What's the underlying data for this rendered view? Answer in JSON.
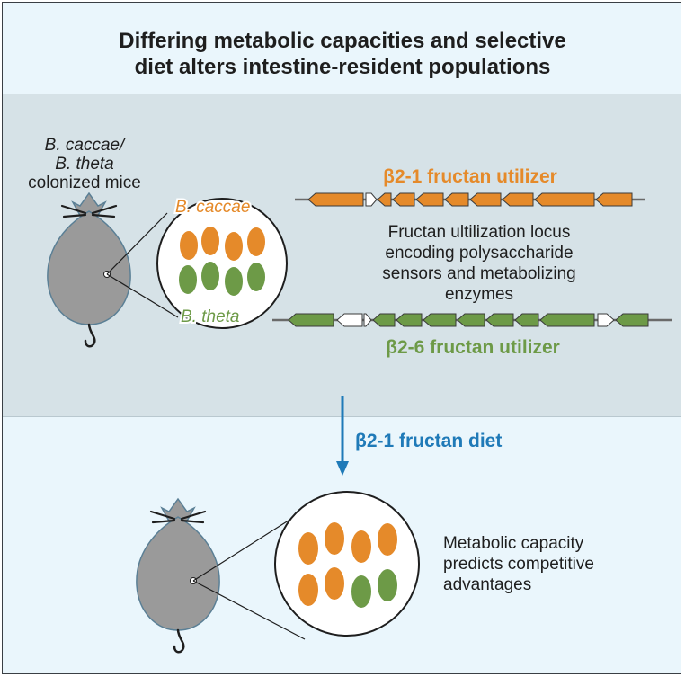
{
  "title": {
    "line1": "Differing metabolic capacities and selective",
    "line2": "diet alters intestine-resident populations"
  },
  "top_mouse": {
    "label_line1": "B. caccae/",
    "label_line2": "B. theta",
    "label_line3": "colonized mice"
  },
  "circle_labels": {
    "caccae": "B. caccae",
    "theta": "B. theta"
  },
  "loci": {
    "b21_title": "β2-1 fructan utilizer",
    "b26_title": "β2-6 fructan utilizer",
    "description_lines": [
      "Fructan ultilization locus",
      "encoding polysaccharide",
      "sensors and metabolizing",
      "enzymes"
    ]
  },
  "diet_arrow": {
    "label": "β2-1 fructan diet"
  },
  "outcome": {
    "lines": [
      "Metabolic capacity",
      "predicts competitive",
      "advantages"
    ]
  },
  "colors": {
    "orange": "#e58a2a",
    "green": "#6d9a47",
    "blue_text": "#1f7ab8",
    "mouse_gray": "#9a9a9a"
  }
}
